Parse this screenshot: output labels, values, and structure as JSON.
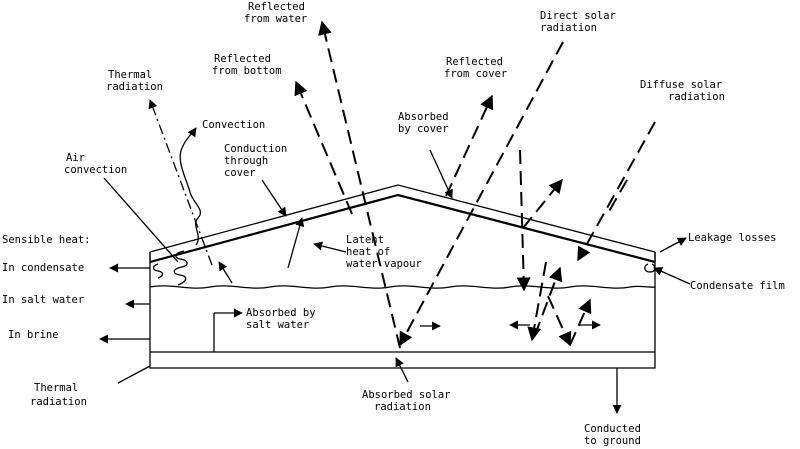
{
  "labels": {
    "reflected_water": [
      "Reflected",
      "from water"
    ],
    "direct_solar": [
      "Direct solar",
      "radiation"
    ],
    "thermal_radiation_top": [
      "Thermal",
      "radiation"
    ],
    "reflected_bottom": [
      "Reflected",
      "from bottom"
    ],
    "reflected_cover": [
      "Reflected",
      "from cover"
    ],
    "diffuse_solar": [
      "Diffuse solar",
      "radiation"
    ],
    "convection": [
      "Convection"
    ],
    "absorbed_cover": [
      "Absorbed",
      "by cover"
    ],
    "air_convection": [
      "Air",
      "convection"
    ],
    "conduction_cover": [
      "Conduction",
      "through",
      "cover"
    ],
    "sensible_heat": [
      "Sensible heat:"
    ],
    "latent_heat": [
      "Latent",
      "heat of",
      "water vapour"
    ],
    "leakage_losses": [
      "Leakage losses"
    ],
    "in_condensate": [
      "In condensate"
    ],
    "condensate_film": [
      "Condensate film"
    ],
    "in_salt_water": [
      "In salt water"
    ],
    "absorbed_salt_water": [
      "Absorbed by",
      "salt water"
    ],
    "in_brine": [
      "In brine"
    ],
    "thermal_radiation_bottom": [
      "Thermal",
      "radiation"
    ],
    "absorbed_solar": [
      "Absorbed solar",
      "radiation"
    ],
    "conducted_ground": [
      "Conducted",
      "to ground"
    ]
  }
}
